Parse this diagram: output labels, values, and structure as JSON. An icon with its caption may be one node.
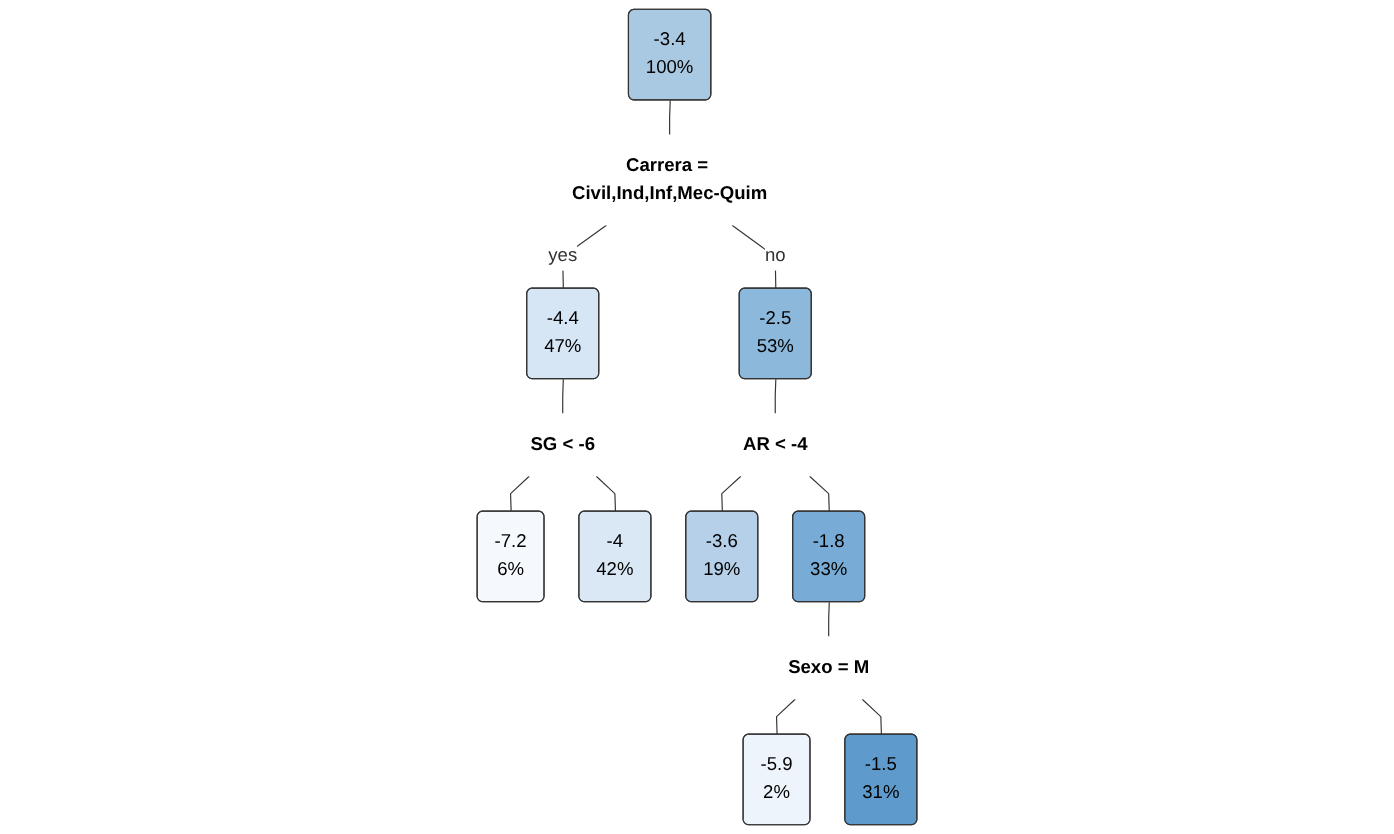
{
  "diagram": {
    "nodes": [
      {
        "text": [
          "-3.4",
          "100%"
        ]
      },
      {
        "text": [
          "Carrera = Civil,Ind,Inf,Mec-Quim"
        ]
      },
      {
        "text": [
          "-4.4",
          "47%"
        ]
      },
      {
        "text": [
          "-2.5",
          "53%"
        ]
      },
      {
        "text": [
          "SG < -6"
        ]
      },
      {
        "text": [
          "AR < -4"
        ]
      },
      {
        "text": [
          "-1.8",
          "33%"
        ]
      },
      {
        "text": [
          "Sexo = M"
        ]
      },
      {
        "text": [
          "-7.2",
          "6%"
        ]
      },
      {
        "text": [
          "-4",
          "42%"
        ]
      },
      {
        "text": [
          "-3.6",
          "19%"
        ]
      },
      {
        "text": [
          "-5.9",
          "2%"
        ]
      },
      {
        "text": [
          "-1.5",
          "31%"
        ]
      }
    ],
    "edges": [
      {
        "from": 0,
        "to": 1,
        "arrow": "none"
      },
      {
        "from": 1,
        "to": 2,
        "arrow": "none",
        "label": "yes"
      },
      {
        "from": 1,
        "to": 3,
        "arrow": "none",
        "label": "no"
      },
      {
        "from": 2,
        "to": 4,
        "arrow": "none"
      },
      {
        "from": 4,
        "to": 8,
        "arrow": "none"
      },
      {
        "from": 4,
        "to": 9,
        "arrow": "none"
      },
      {
        "from": 3,
        "to": 5,
        "arrow": "none"
      },
      {
        "from": 5,
        "to": 10,
        "arrow": "none"
      },
      {
        "from": 5,
        "to": 6,
        "arrow": "none"
      },
      {
        "from": 6,
        "to": 7,
        "arrow": "none"
      },
      {
        "from": 7,
        "to": 11,
        "arrow": "none"
      },
      {
        "from": 7,
        "to": 12,
        "arrow": "none"
      }
    ]
  }
}
